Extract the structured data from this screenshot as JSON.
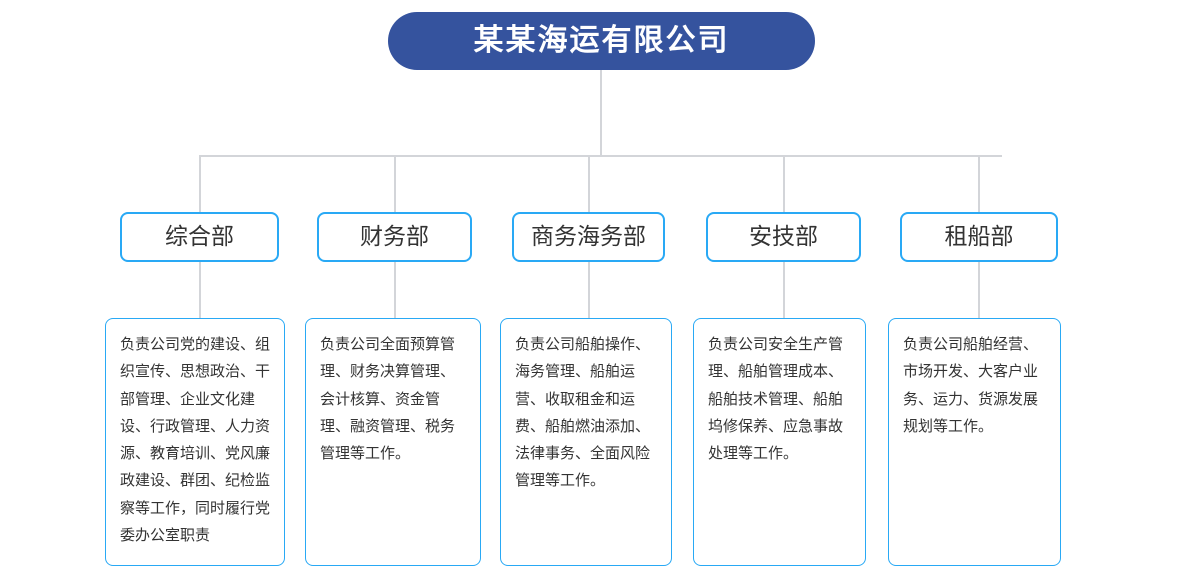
{
  "chart_data": {
    "type": "diagram",
    "diagram_type": "organization-chart",
    "title": "某某海运有限公司",
    "root": {
      "label": "某某海运有限公司",
      "fill_color": "#35539e",
      "text_color": "#ffffff"
    },
    "branch_count": 5,
    "nodes": [
      {
        "department": "综合部",
        "description": "负责公司党的建设、组织宣传、思想政治、干部管理、企业文化建设、行政管理、人力资源、教育培训、党风廉政建设、群团、纪检监察等工作，同时履行党委办公室职责"
      },
      {
        "department": "财务部",
        "description": "负责公司全面预算管理、财务决算管理、会计核算、资金管理、融资管理、税务管理等工作。"
      },
      {
        "department": "商务海务部",
        "description": "负责公司船舶操作、海务管理、船舶运营、收取租金和运费、船舶燃油添加、法律事务、全面风险管理等工作。"
      },
      {
        "department": "安技部",
        "description": "负责公司安全生产管理、船舶管理成本、船舶技术管理、船舶坞修保养、应急事故处理等工作。"
      },
      {
        "department": "租船部",
        "description": "负责公司船舶经营、市场开发、大客户业务、运力、货源发展规划等工作。"
      }
    ],
    "colors": {
      "root_fill": "#35539e",
      "node_border": "#29a9f5",
      "connector": "#d3d5d9",
      "body_text": "#333333",
      "background": "#ffffff"
    }
  }
}
